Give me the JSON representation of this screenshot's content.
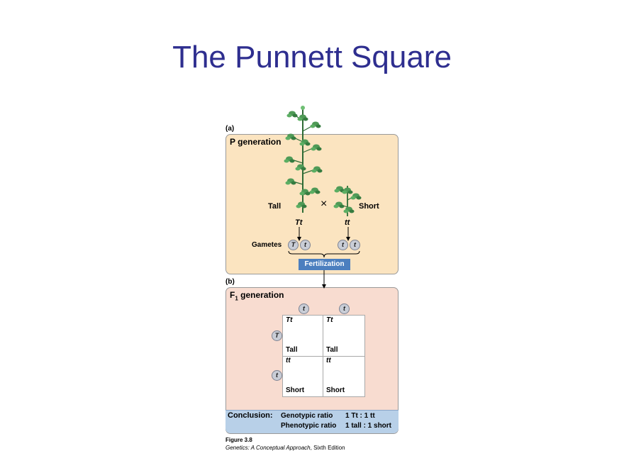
{
  "slide": {
    "title": "The Punnett Square"
  },
  "panel_a": {
    "label": "(a)",
    "title": "P generation",
    "tall_label": "Tall",
    "short_label": "Short",
    "cross_symbol": "×",
    "tall_genotype": "Tt",
    "short_genotype": "tt",
    "gametes_label": "Gametes",
    "gametes": [
      "T",
      "t",
      "t",
      "t"
    ],
    "fertilization": "Fertilization"
  },
  "panel_b": {
    "label": "(b)",
    "title_prefix": "F",
    "title_sub": "1",
    "title_suffix": " generation",
    "column_alleles": [
      "t",
      "t"
    ],
    "row_alleles": [
      "T",
      "t"
    ],
    "cells": [
      {
        "genotype": "Tt",
        "phenotype": "Tall"
      },
      {
        "genotype": "Tt",
        "phenotype": "Tall"
      },
      {
        "genotype": "tt",
        "phenotype": "Short"
      },
      {
        "genotype": "tt",
        "phenotype": "Short"
      }
    ]
  },
  "conclusion": {
    "label": "Conclusion:",
    "genotypic_label": "Genotypic ratio",
    "genotypic_value": "1 Tt : 1 tt",
    "phenotypic_label": "Phenotypic ratio",
    "phenotypic_value": "1 tall : 1 short"
  },
  "caption": {
    "figure": "Figure 3.8",
    "book_title": "Genetics: A Conceptual Approach",
    "edition": ", Sixth Edition"
  },
  "colors": {
    "title": "#2e2e8f",
    "panel_a_bg": "#fbe4c0",
    "panel_b_bg": "#f8dcd0",
    "conclusion_bg": "#b8d0e8",
    "fertilization_bg": "#4c7fbf",
    "plant_green": "#3f8f4a"
  }
}
